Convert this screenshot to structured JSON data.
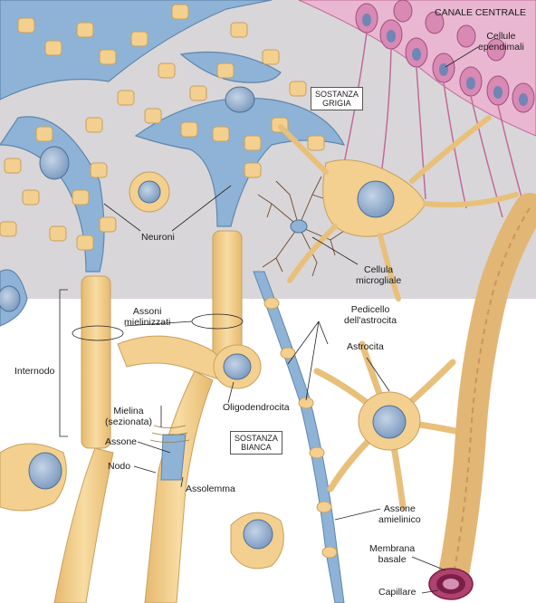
{
  "labels": {
    "canale_centrale": "CANALE CENTRALE",
    "cellule_ependimali": [
      "Cellule",
      "ependimali"
    ],
    "sostanza_grigia": [
      "SOSTANZA",
      "GRIGIA"
    ],
    "neuroni": "Neuroni",
    "cellula_microgliale": [
      "Cellula",
      "microgliale"
    ],
    "pedicello_astrocita": [
      "Pedicello",
      "dell'astrocita"
    ],
    "astrocita": "Astrocita",
    "assoni_mielinizzati": [
      "Assoni",
      "mielinizzati"
    ],
    "internodo": "Internodo",
    "oligodendrocita": "Oligodendrocita",
    "mielina_sezionata": [
      "Mielina",
      "(sezionata)"
    ],
    "assone": "Assone",
    "nodo": "Nodo",
    "assolemma": "Assolemma",
    "sostanza_bianca": [
      "SOSTANZA",
      "BIANCA"
    ],
    "assone_amielinico": [
      "Assone",
      "amielinico"
    ],
    "membrana_basale": [
      "Membrana",
      "basale"
    ],
    "capillare": "Capillare"
  },
  "colors": {
    "grey_matter_bg": "#d9d6d9",
    "white_matter_bg": "#ffffff",
    "cell_fill": "#f3d08f",
    "cell_outline": "#c7a05e",
    "axon_blue": "#8fb3d6",
    "nucleus": "#9bb2cf",
    "ependymal": "#d889b4",
    "capillary": "#a0306a"
  }
}
